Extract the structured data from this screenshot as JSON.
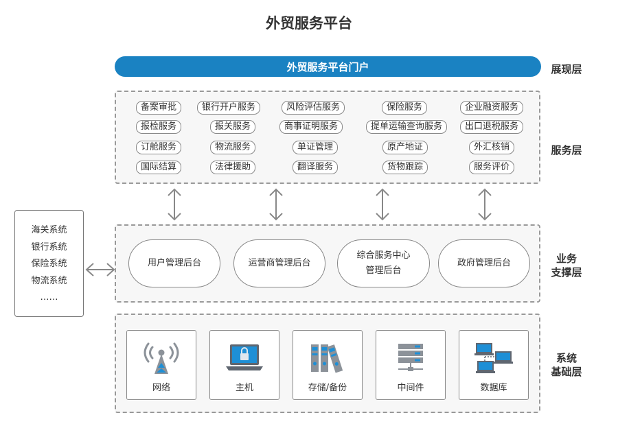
{
  "title": "外贸服务平台",
  "portal": {
    "label": "外贸服务平台门户"
  },
  "layers": {
    "presentation": "展现层",
    "service": "服务层",
    "support_line1": "业务",
    "support_line2": "支撑层",
    "base_line1": "系统",
    "base_line2": "基础层"
  },
  "services": [
    [
      "备案审批",
      "银行开户服务",
      "风险评估服务",
      "保险服务",
      "企业融资服务"
    ],
    [
      "报检服务",
      "报关服务",
      "商事证明服务",
      "提单运输查询服务",
      "出口退税服务"
    ],
    [
      "订舱服务",
      "物流服务",
      "单证管理",
      "原产地证",
      "外汇核销"
    ],
    [
      "国际结算",
      "法律援助",
      "翻译服务",
      "货物跟踪",
      "服务评价"
    ]
  ],
  "support": [
    {
      "line1": "用户管理后台",
      "line2": ""
    },
    {
      "line1": "运营商管理后台",
      "line2": ""
    },
    {
      "line1": "综合服务中心",
      "line2": "管理后台"
    },
    {
      "line1": "政府管理后台",
      "line2": ""
    }
  ],
  "base": [
    {
      "label": "网络",
      "icon": "antenna-icon"
    },
    {
      "label": "主机",
      "icon": "laptop-icon"
    },
    {
      "label": "存储/备份",
      "icon": "storage-icon"
    },
    {
      "label": "中间件",
      "icon": "server-rack-icon"
    },
    {
      "label": "数据库",
      "icon": "network-computers-icon"
    }
  ],
  "external": [
    "海关系统",
    "银行系统",
    "保险系统",
    "物流系统",
    "……"
  ],
  "colors": {
    "accent": "#1a82c2",
    "icon_blue": "#1e8fd6",
    "icon_gray": "#8c9299"
  }
}
